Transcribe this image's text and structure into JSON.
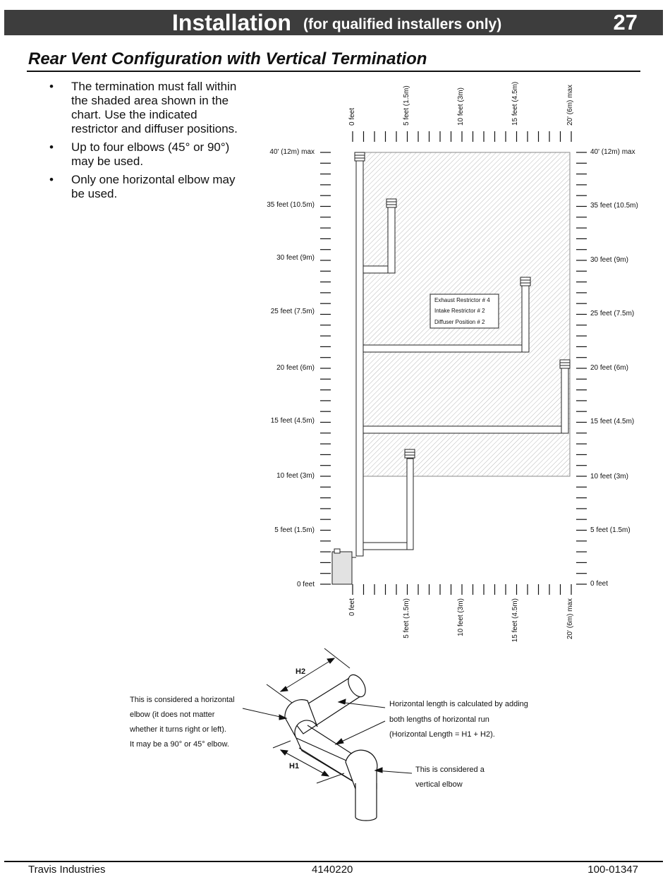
{
  "header": {
    "title": "Installation",
    "subtitle": "(for qualified installers only)",
    "page_number": "27"
  },
  "section_title": "Rear Vent Configuration with Vertical Termination",
  "bullets": [
    "The termination must fall within the shaded area shown in the chart.  Use the indicated restrictor and diffuser positions.",
    "Up to four elbows (45° or 90°) may be used.",
    "Only one horizontal elbow may be used."
  ],
  "chart": {
    "x_labels": [
      "0 feet",
      "5 feet (1.5m)",
      "10 feet (3m)",
      "15 feet (4.5m)",
      "20' (6m) max"
    ],
    "y_labels_left": [
      "40' (12m) max",
      "35 feet (10.5m)",
      "30 feet (9m)",
      "25 feet (7.5m)",
      "20 feet (6m)",
      "15 feet (4.5m)",
      "10 feet (3m)",
      "5 feet (1.5m)",
      "0 feet"
    ],
    "y_labels_right": [
      "40' (12m) max",
      "35 feet (10.5m)",
      "30 feet (9m)",
      "25 feet (7.5m)",
      "20 feet (6m)",
      "15 feet (4.5m)",
      "10 feet (3m)",
      "5 feet  (1.5m)",
      "0 feet"
    ],
    "settings_box": [
      "Exhaust Restrictor # 4",
      "Intake Restrictor # 2",
      "Diffuser Position # 2"
    ]
  },
  "elbow_diagram": {
    "h1_label": "H1",
    "h2_label": "H2",
    "horizontal_elbow_note": [
      "This is considered a horizontal",
      "elbow (it does not matter",
      "whether it turns right or left).",
      "It may be a 90° or 45° elbow."
    ],
    "horizontal_length_note": [
      "Horizontal length is calculated by adding",
      "both lengths of horizontal run",
      "(Horizontal Length = H1 + H2)."
    ],
    "vertical_elbow_note": [
      "This is considered a",
      "vertical elbow"
    ]
  },
  "footer": {
    "left": "Travis Industries",
    "center": "4140220",
    "right": "100-01347"
  }
}
